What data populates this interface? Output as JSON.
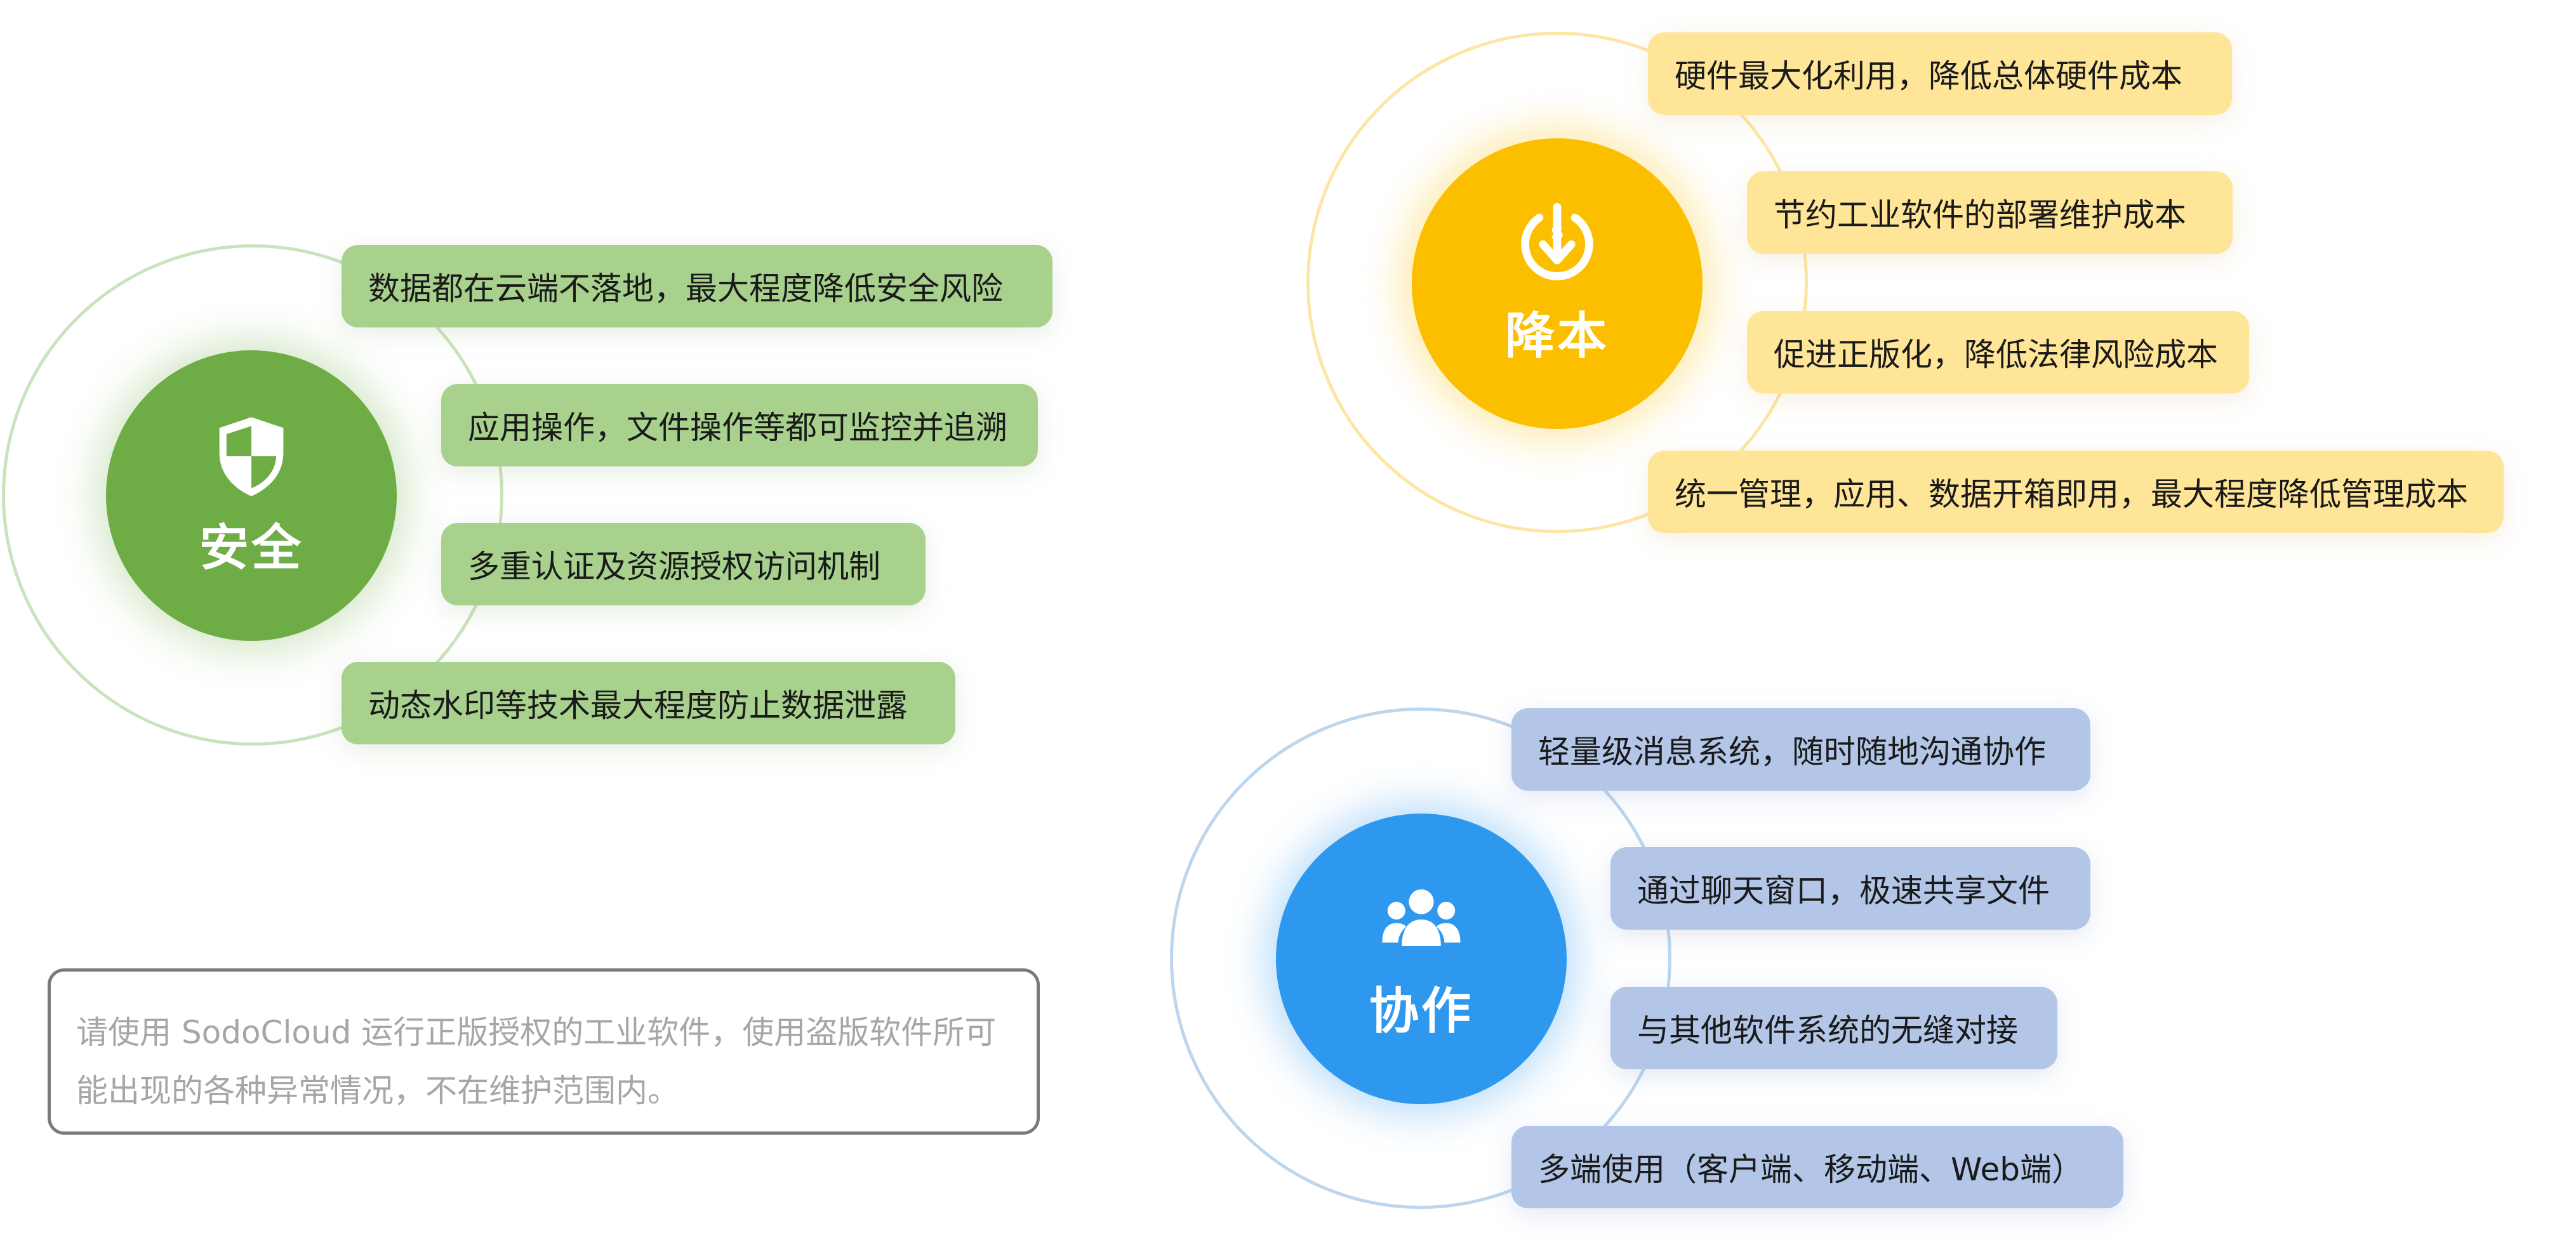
{
  "groups": {
    "security": {
      "title": "安全",
      "icon": "shield-icon",
      "color": "#6ead46",
      "items": [
        "数据都在云端不落地，最大程度降低安全风险",
        "应用操作，文件操作等都可监控并追溯",
        "多重认证及资源授权访问机制",
        "动态水印等技术最大程度防止数据泄露"
      ]
    },
    "cost": {
      "title": "降本",
      "icon": "money-down-icon",
      "color": "#fcbf00",
      "items": [
        "硬件最大化利用，降低总体硬件成本",
        "节约工业软件的部署维护成本",
        "促进正版化，降低法律风险成本",
        "统一管理，应用、数据开箱即用，最大程度降低管理成本"
      ]
    },
    "collaboration": {
      "title": "协作",
      "icon": "team-icon",
      "color": "#2e98ef",
      "items": [
        "轻量级消息系统，随时随地沟通协作",
        "通过聊天窗口，极速共享文件",
        "与其他软件系统的无缝对接",
        "多端使用（客户端、移动端、Web端）"
      ]
    }
  },
  "notice": {
    "line1": "请使用 SodoCloud 运行正版授权的工业软件，使用盗版软件所可",
    "line2": "能出现的各种异常情况，不在维护范围内。"
  }
}
